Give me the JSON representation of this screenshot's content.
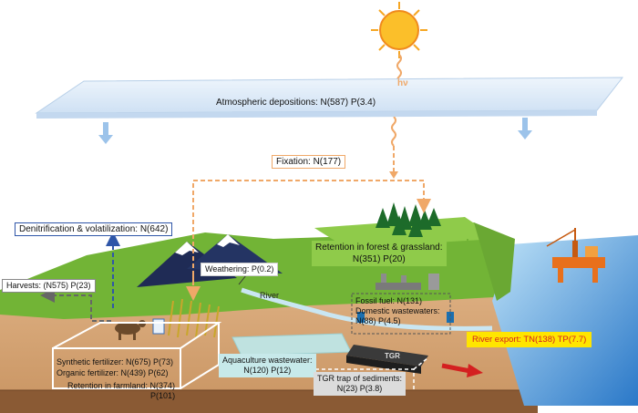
{
  "sun_label": "hν",
  "atmospheric": {
    "label": "Atmospheric depositions: N(587) P(3.4)"
  },
  "fixation": {
    "label": "Fixation: N(177)"
  },
  "denitrification": {
    "label": "Denitrification & volatilization: N(642)"
  },
  "retention_forest": {
    "line1": "Retention in forest & grassland:",
    "line2": "N(351) P(20)"
  },
  "weathering": {
    "label": "Weathering: P(0.2)"
  },
  "river_label": "River",
  "harvests": {
    "label": "Harvests: (N575) P(23)"
  },
  "fossil": {
    "line1": "Fossil fuel: N(131)",
    "line2": "Domestic wastewaters:",
    "line3": "N(88) P(4.5)"
  },
  "river_export": {
    "label": "River export: TN(138) TP(7.7)"
  },
  "aquaculture": {
    "line1": "Aquaculture wastewater:",
    "line2": "N(120) P(12)"
  },
  "farmland": {
    "synthetic": "Synthetic fertilizer: N(675) P(73)",
    "organic": "Organic fertilizer: N(439) P(62)",
    "retention1": "Retention in farmland: N(374)",
    "retention2": "P(101)"
  },
  "tgr": {
    "line1": "TGR trap of sediments:",
    "line2": "N(23) P(3.8)",
    "dam_text": "TGR"
  },
  "colors": {
    "atmosphere": "#dce9f7",
    "fixation": "#f0a868",
    "denitrification": "#2f56a8",
    "green_land": "#72b436",
    "soil": "#d4a475",
    "sea": "#4a8fd4",
    "river_export_bg": "#ffe500",
    "river_export_text": "#d42020"
  }
}
